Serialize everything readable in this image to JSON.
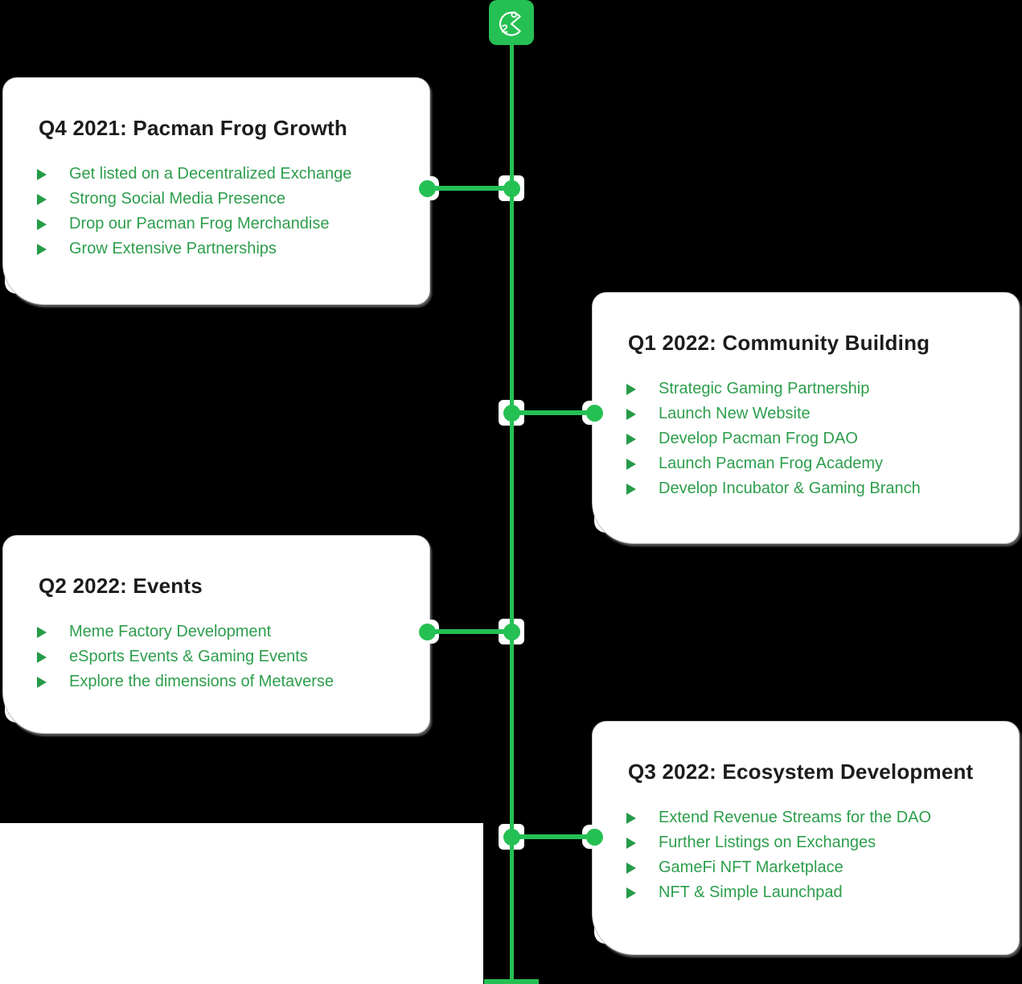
{
  "colors": {
    "background": "#000000",
    "card_background": "#ffffff",
    "accent_green": "#25c053",
    "text_green": "#2d9e4c",
    "bullet_green": "#259b48",
    "title_color": "#1c1c1e",
    "underlay_border": "#c6c6c6",
    "footer_panel": "#ffffff"
  },
  "logo": {
    "name": "pacman-frog-logo",
    "number": "2"
  },
  "milestones": [
    {
      "side": "left",
      "title": "Q4 2021: Pacman Frog Growth",
      "items": [
        "Get listed on a Decentralized Exchange",
        "Strong Social Media Presence",
        "Drop our Pacman Frog Merchandise",
        "Grow Extensive Partnerships"
      ]
    },
    {
      "side": "right",
      "title": "Q1 2022: Community Building",
      "items": [
        "Strategic Gaming Partnership",
        "Launch New Website",
        "Develop Pacman Frog DAO",
        "Launch Pacman Frog Academy",
        "Develop Incubator & Gaming Branch"
      ]
    },
    {
      "side": "left",
      "title": "Q2 2022: Events",
      "items": [
        "Meme Factory Development",
        "eSports Events & Gaming Events",
        "Explore the dimensions of Metaverse"
      ]
    },
    {
      "side": "right",
      "title": "Q3 2022: Ecosystem Development",
      "items": [
        "Extend Revenue Streams for the DAO",
        "Further Listings on Exchanges",
        "GameFi NFT Marketplace",
        "NFT & Simple Launchpad"
      ]
    }
  ]
}
